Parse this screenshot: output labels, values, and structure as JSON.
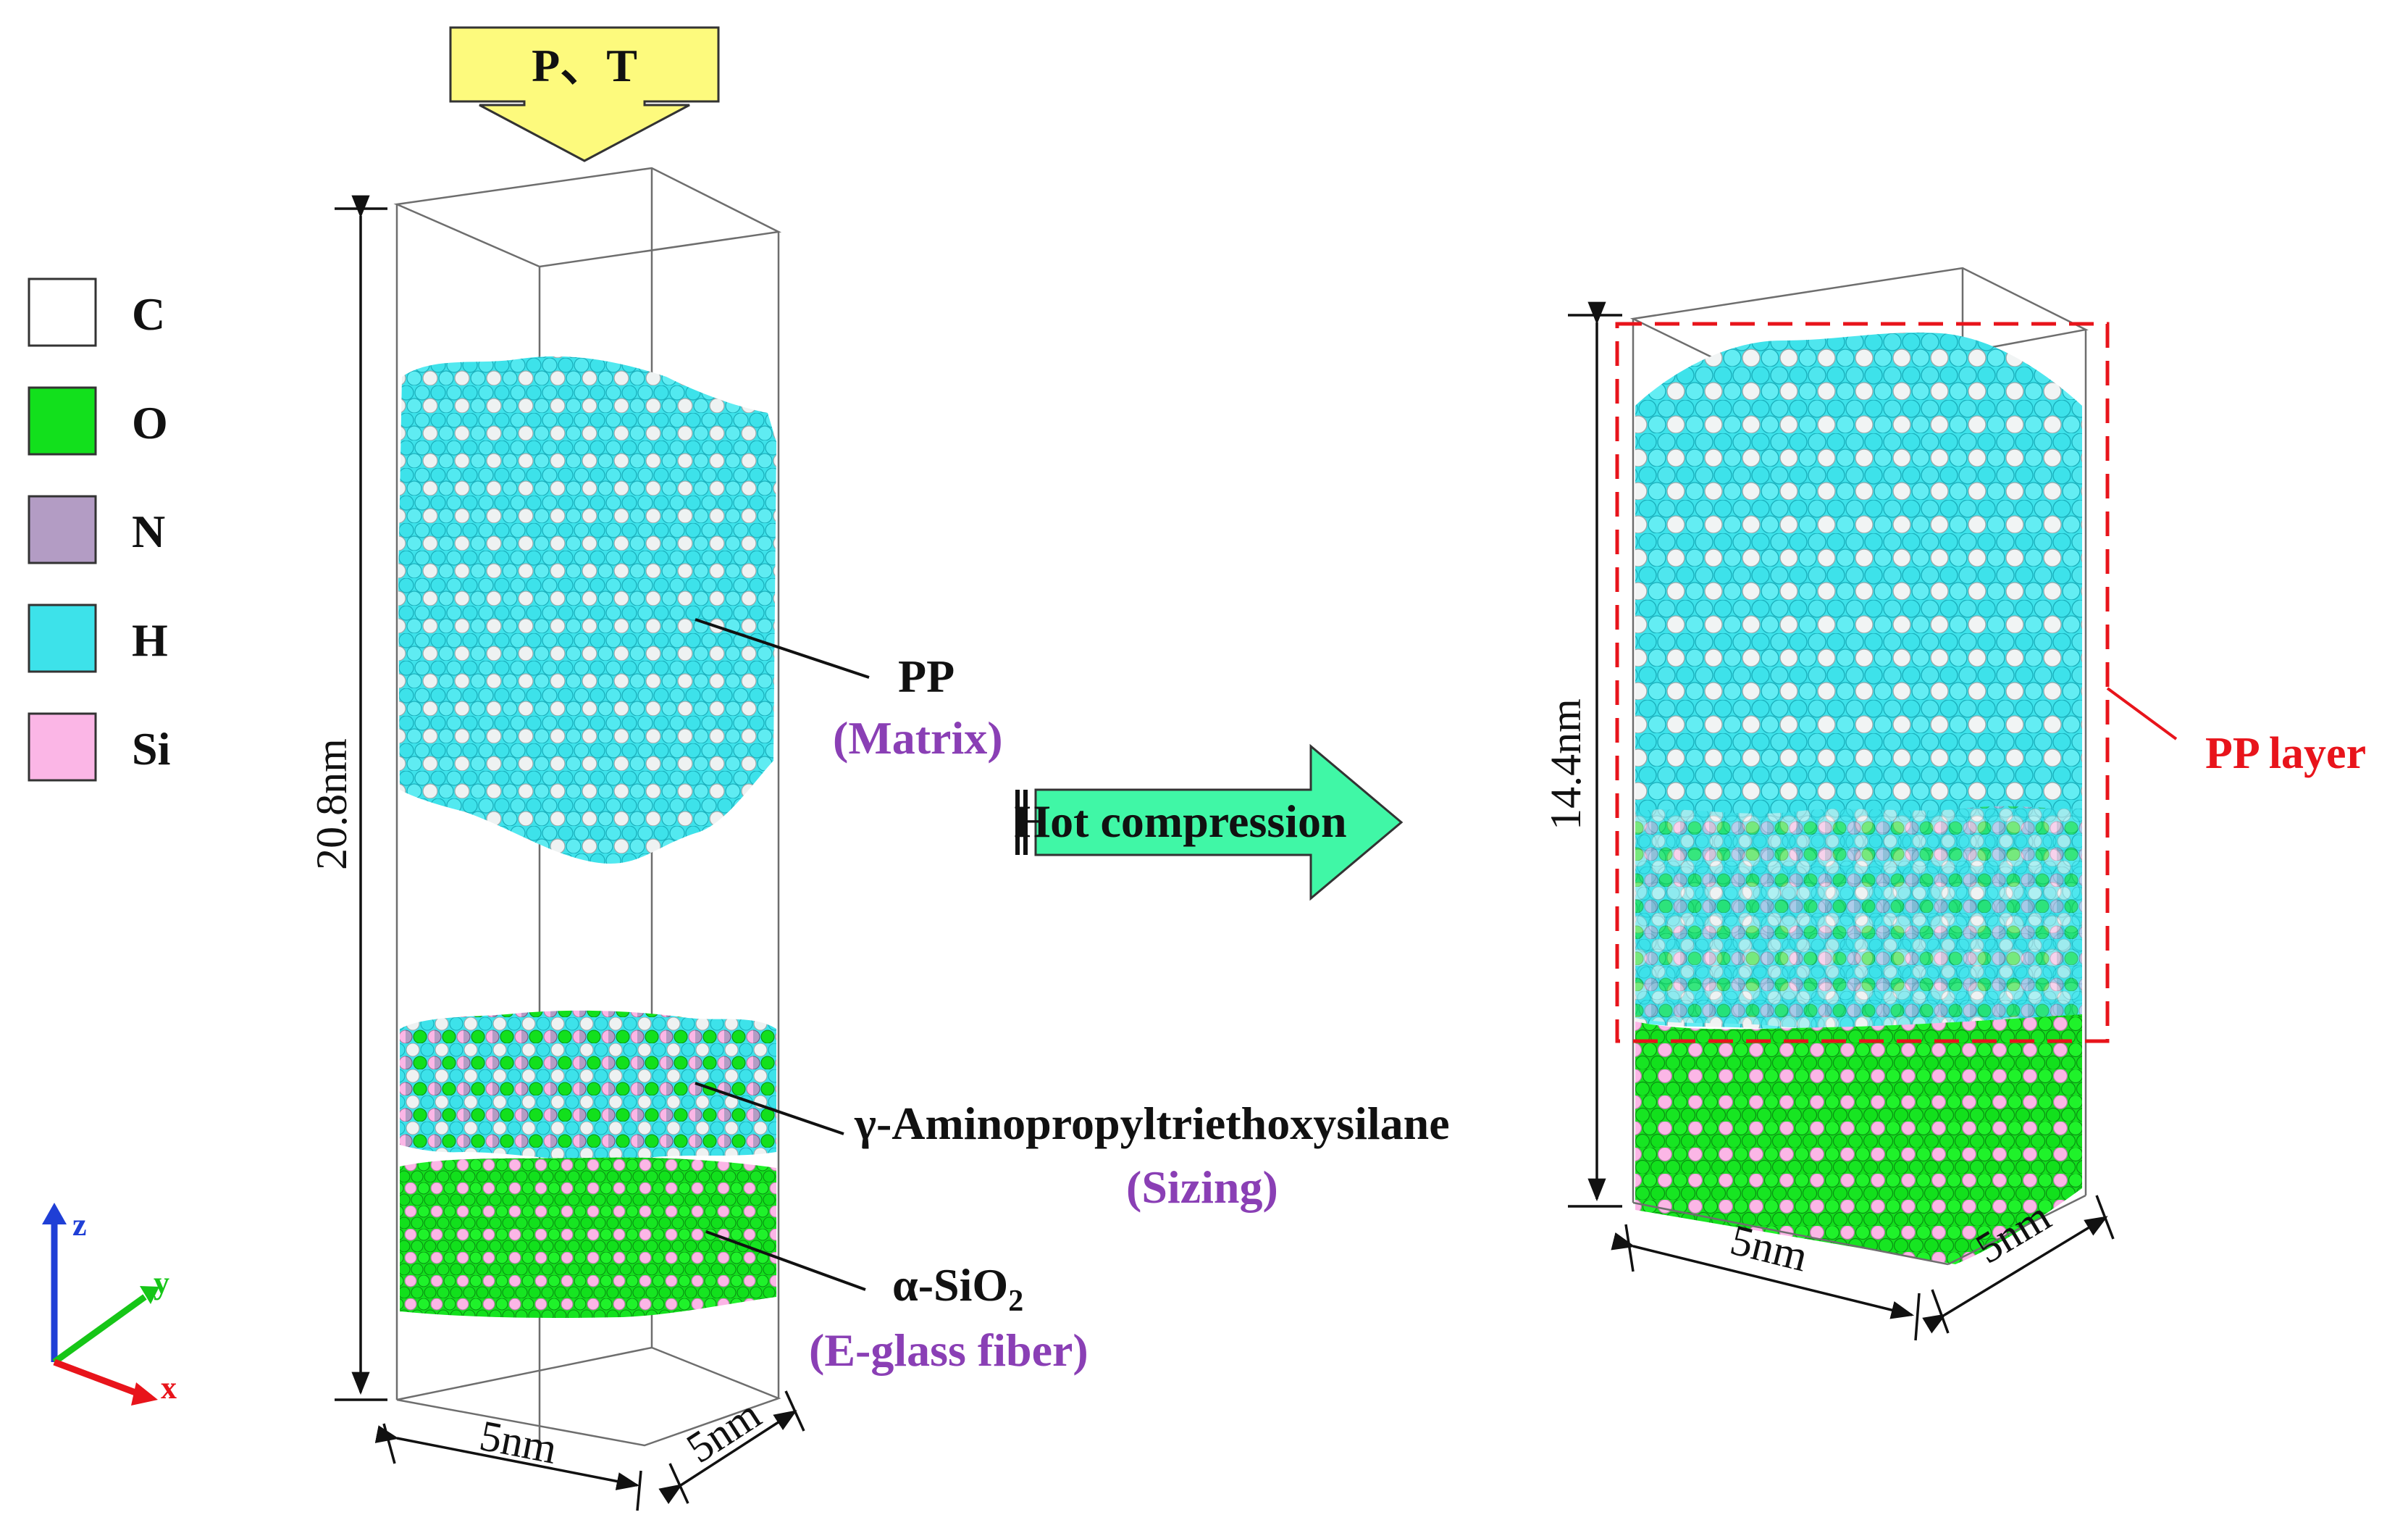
{
  "legend": {
    "items": [
      {
        "label": "C",
        "color": "#ffffff"
      },
      {
        "label": "O",
        "color": "#12e01c"
      },
      {
        "label": "N",
        "color": "#b39cc4"
      },
      {
        "label": "H",
        "color": "#3de2ea"
      },
      {
        "label": "Si",
        "color": "#fbb6e6"
      }
    ]
  },
  "load_arrow": {
    "label": "P、T",
    "color": "#fdfa7d"
  },
  "process_arrow": {
    "label": "Hot compression",
    "color": "#40f7a6"
  },
  "initial_model": {
    "height_label": "20.8nm",
    "width_label": "5nm",
    "depth_label": "5nm",
    "components": [
      {
        "name": "PP",
        "role": "(Matrix)"
      },
      {
        "name": "γ-Aminopropyltriethoxysilane",
        "role": "(Sizing)"
      },
      {
        "name": "α-SiO",
        "subscript": "2",
        "role": "(E-glass fiber)"
      }
    ]
  },
  "compressed_model": {
    "height_label": "14.4nm",
    "width_label": "5nm",
    "depth_label": "5nm",
    "highlight_label": "PP layer",
    "highlight_color": "#e8141b"
  },
  "axes": {
    "z": "z",
    "y": "y",
    "x": "x",
    "z_color": "#1f3fd6",
    "y_color": "#16c617",
    "x_color": "#e8141b"
  }
}
